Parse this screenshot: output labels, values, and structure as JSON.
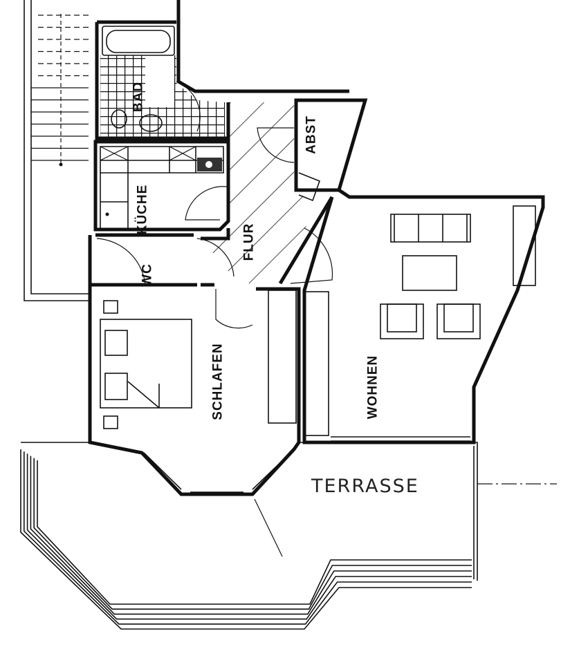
{
  "rooms": {
    "bad": "BAD",
    "kueche": "KÜCHE",
    "abst": "ABST",
    "flur": "FLUR",
    "wc": "WC",
    "schlafen": "SCHLAFEN",
    "wohnen": "WOHNEN",
    "terrasse": "TERRASSE"
  },
  "colors": {
    "line": "#111111",
    "background": "#ffffff"
  }
}
